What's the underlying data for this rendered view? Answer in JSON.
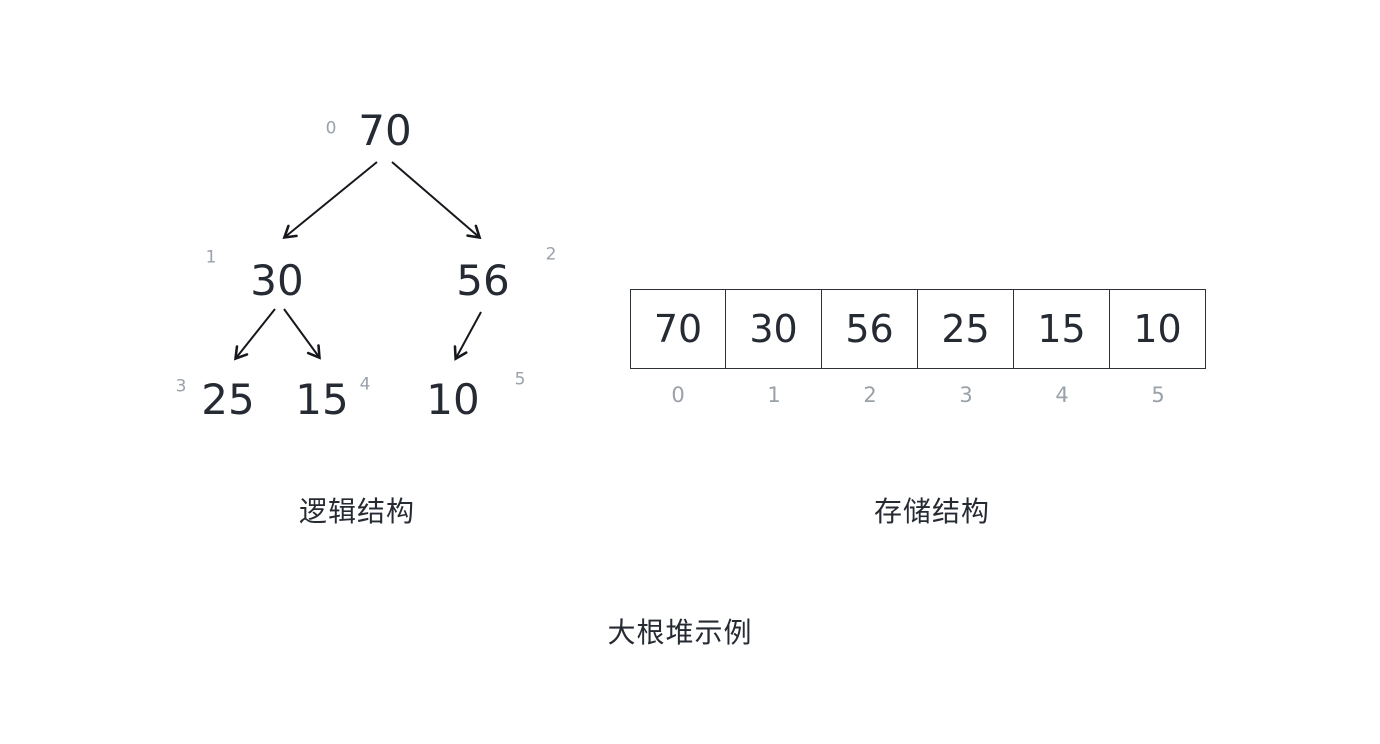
{
  "title": "大根堆示例",
  "tree": {
    "label": "逻辑结构",
    "nodes": [
      {
        "index": "0",
        "value": "70"
      },
      {
        "index": "1",
        "value": "30"
      },
      {
        "index": "2",
        "value": "56"
      },
      {
        "index": "3",
        "value": "25"
      },
      {
        "index": "4",
        "value": "15"
      },
      {
        "index": "5",
        "value": "10"
      }
    ],
    "edges": [
      {
        "from": "70",
        "to": "30"
      },
      {
        "from": "70",
        "to": "56"
      },
      {
        "from": "30",
        "to": "25"
      },
      {
        "from": "30",
        "to": "15"
      },
      {
        "from": "56",
        "to": "10"
      }
    ]
  },
  "array": {
    "label": "存储结构",
    "cells": [
      {
        "index": "0",
        "value": "70"
      },
      {
        "index": "1",
        "value": "30"
      },
      {
        "index": "2",
        "value": "56"
      },
      {
        "index": "3",
        "value": "25"
      },
      {
        "index": "4",
        "value": "15"
      },
      {
        "index": "5",
        "value": "10"
      }
    ]
  },
  "colors": {
    "text": "#262b33",
    "muted": "#9aa1a9",
    "line": "#16181d",
    "background": "#ffffff"
  }
}
